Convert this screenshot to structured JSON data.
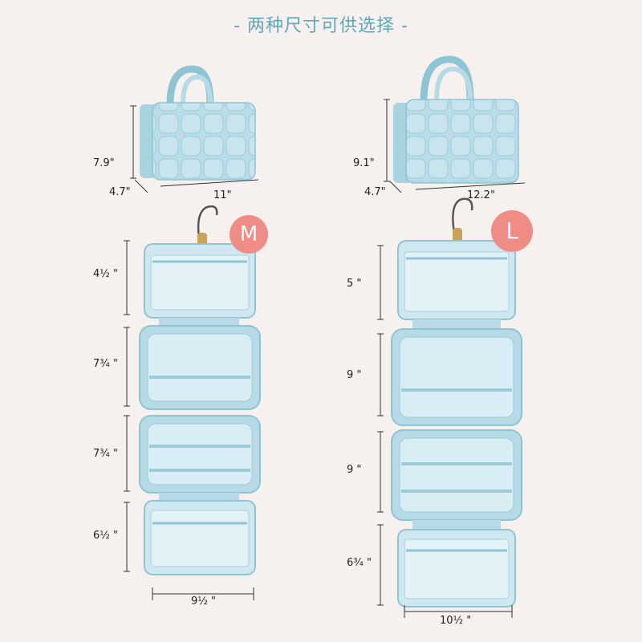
{
  "title": "- 两种尺寸可供选择 -",
  "medium": {
    "badge": "M",
    "bag_dims": {
      "height": "7.9\"",
      "depth": "4.7\"",
      "width": "11\""
    },
    "sections": [
      "4½ \"",
      "7¾ \"",
      "7¾ \"",
      "6½ \""
    ],
    "unfolded_width": "9½ \""
  },
  "large": {
    "badge": "L",
    "bag_dims": {
      "height": "9.1\"",
      "depth": "4.7\"",
      "width": "12.2\""
    },
    "sections": [
      "5 \"",
      "9 \"",
      "9 \"",
      "6¾ \""
    ],
    "unfolded_width": "10½ \""
  },
  "colors": {
    "bag": "#b7dbe6",
    "bag_dark": "#8ec4d4",
    "badge": "#f08c86",
    "title": "#5fa9b7",
    "background": "#f6f1ee"
  }
}
